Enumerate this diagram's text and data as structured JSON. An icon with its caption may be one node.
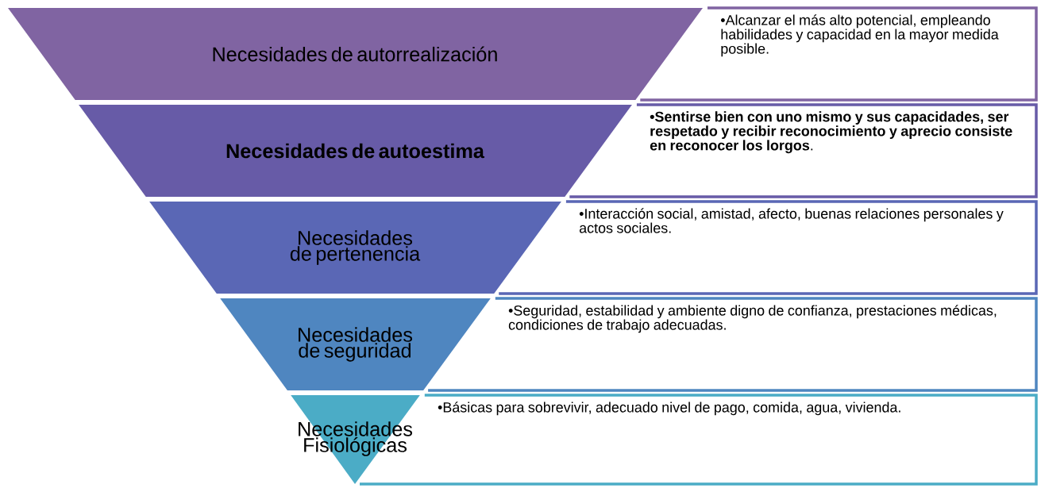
{
  "diagram": {
    "nodes": [
      {
        "text": [
          "Necesidades de autorrealización"
        ]
      },
      {
        "text": [
          "•Alcanzar el más alto potencial, empleando habilidades y capacidad en la mayor medida posible."
        ]
      },
      {
        "text": [
          "Necesidades de autoestima"
        ]
      },
      {
        "text": [
          "**•Sentirse bien con uno mismo y sus capacidades, ser respetado y recibir reconocimiento y aprecio consiste en reconocer los lorgos**."
        ]
      },
      {
        "text": [
          "Necesidades de pertenencia"
        ]
      },
      {
        "text": [
          "•Interacción social, amistad, afecto, buenas relaciones personales y actos sociales."
        ]
      },
      {
        "text": [
          "Necesidades de seguridad"
        ]
      },
      {
        "text": [
          "•Seguridad, estabilidad y ambiente digno de confianza, prestaciones médicas, condiciones de trabajo adecuadas."
        ]
      },
      {
        "text": [
          "Necesidades Fisiológicas"
        ]
      },
      {
        "text": [
          "•Básicas para sobrevivir, adecuado nivel de pago, comida, agua, vivienda."
        ]
      }
    ]
  }
}
